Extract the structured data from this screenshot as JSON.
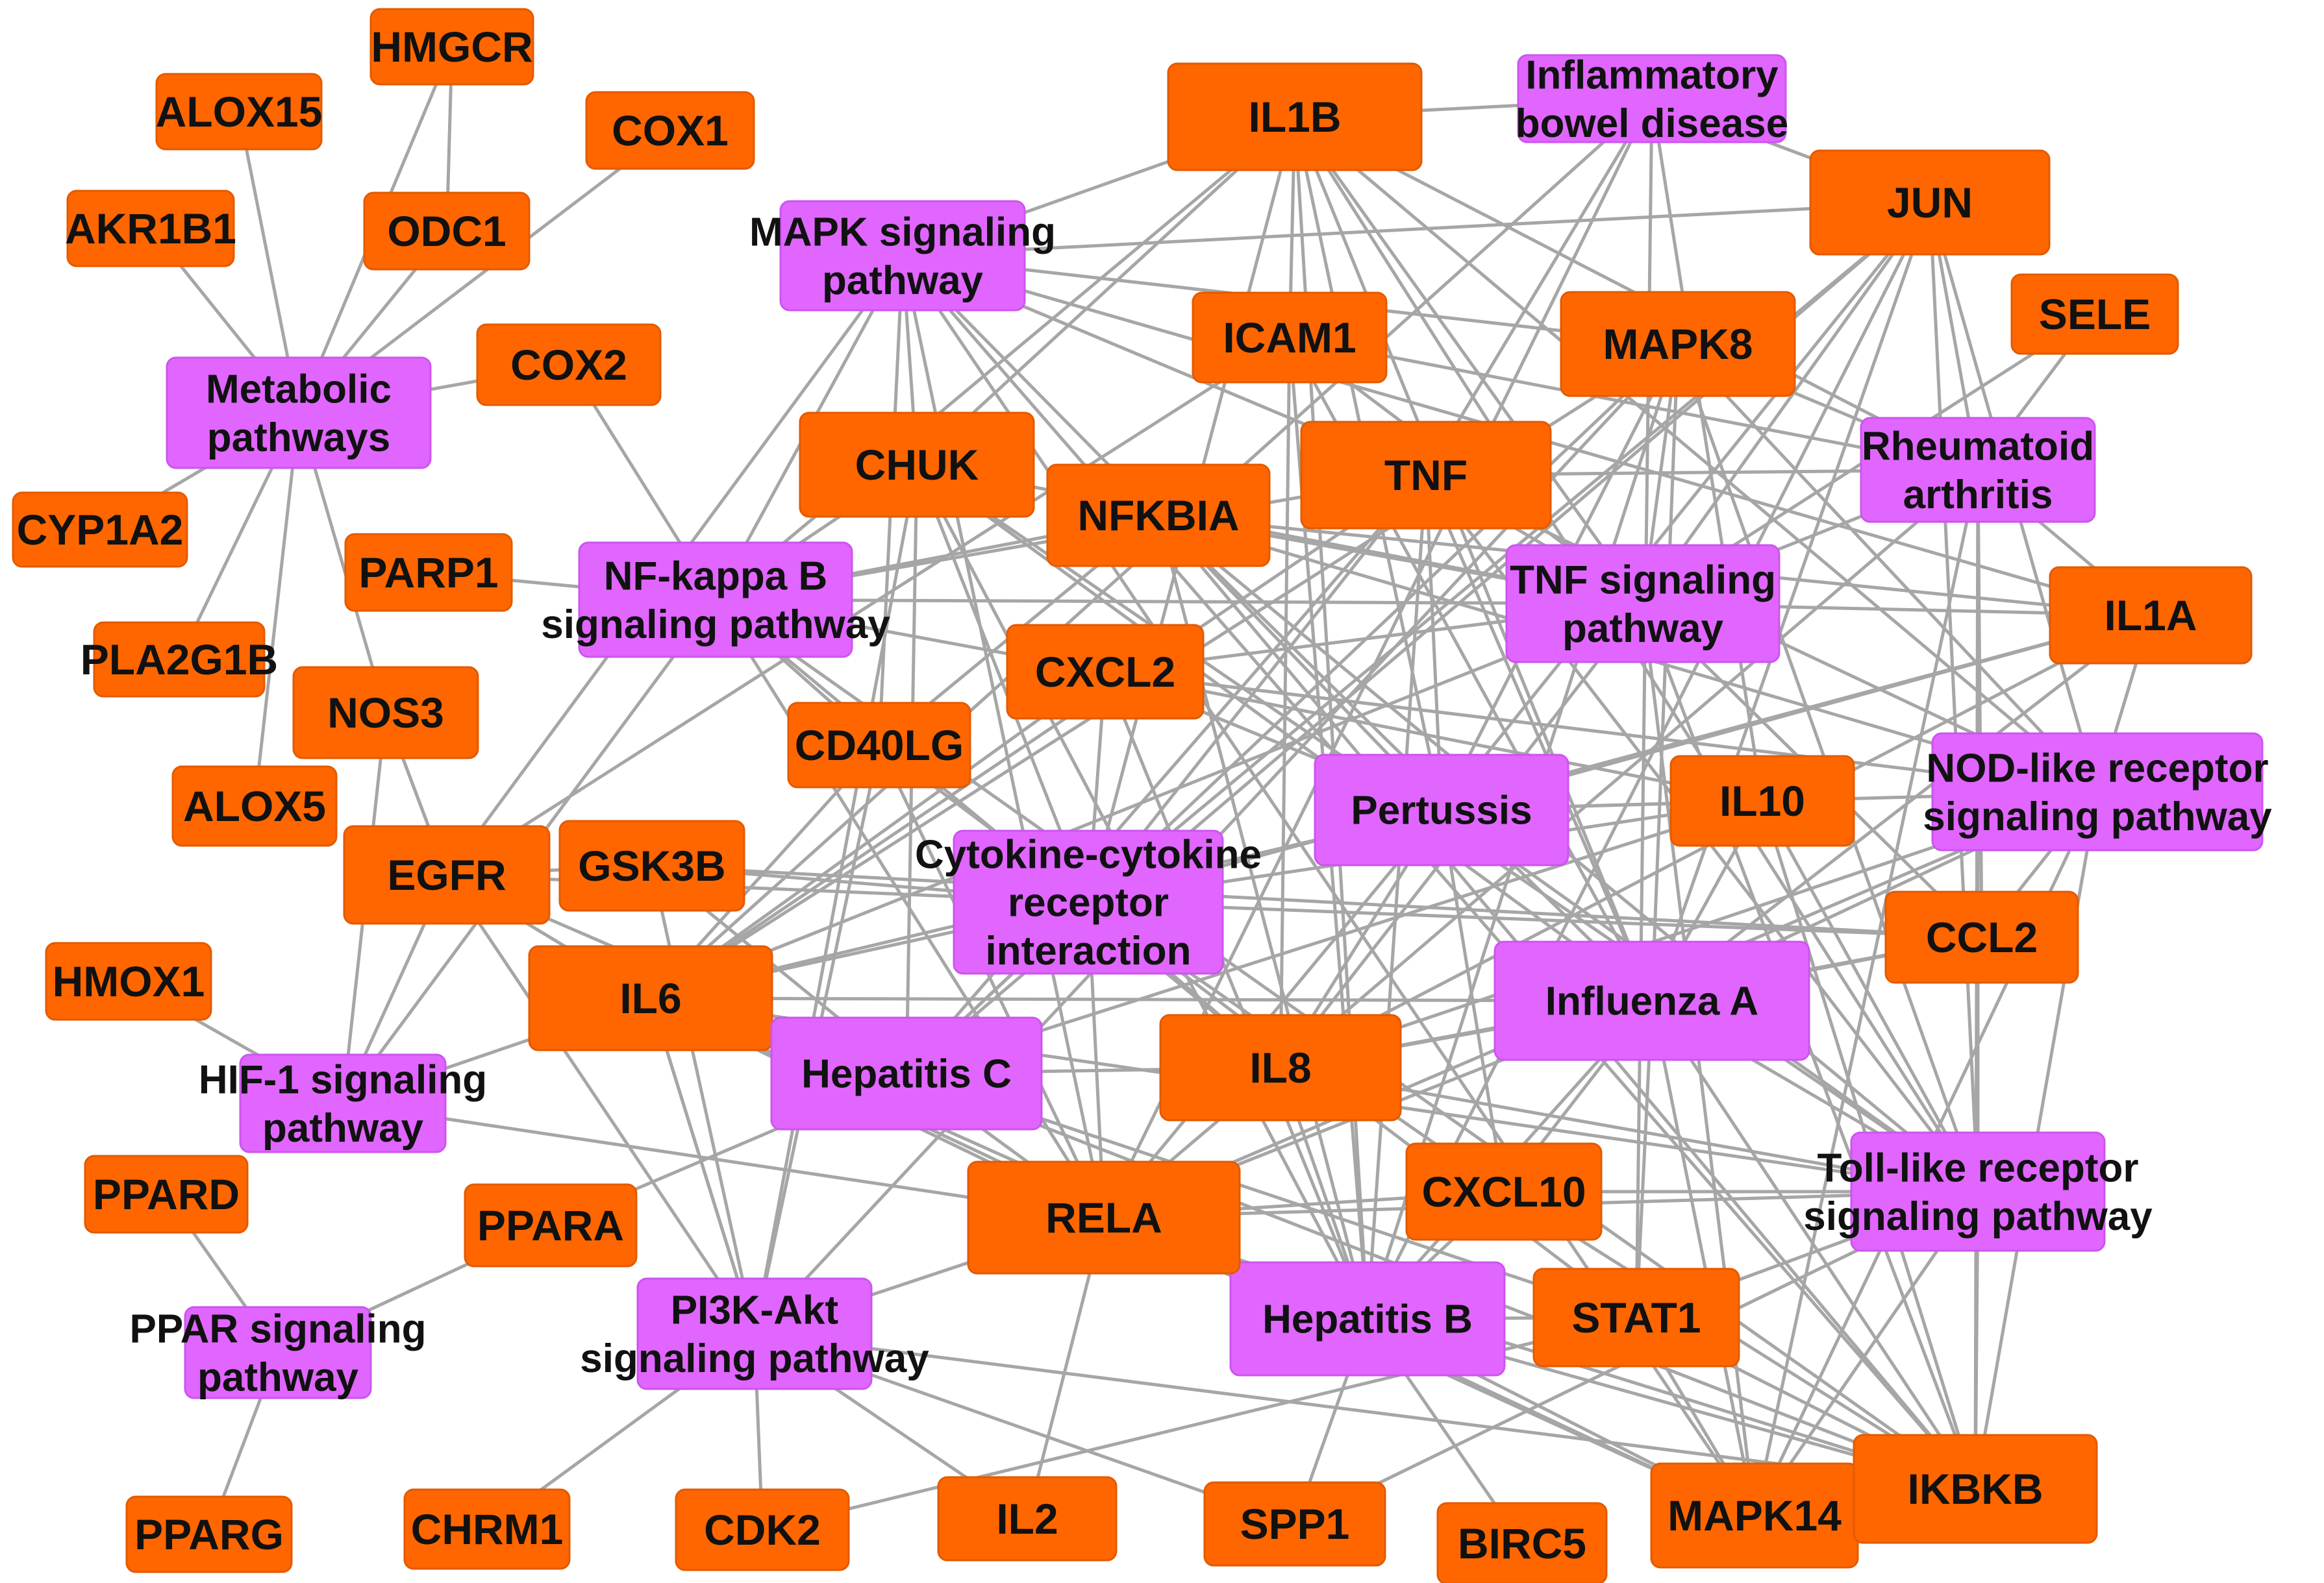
{
  "colors": {
    "gene_fill": "#ff6600",
    "gene_stroke": "#e35a00",
    "pathway_fill": "#e066ff",
    "pathway_stroke": "#cc55ee",
    "edge": "#a6a6a6",
    "label": "#111111",
    "background": "#ffffff"
  },
  "nodes": [
    {
      "id": "hmgcr",
      "label": "HMGCR",
      "type": "gene"
    },
    {
      "id": "alox15",
      "label": "ALOX15",
      "type": "gene"
    },
    {
      "id": "cox1",
      "label": "COX1",
      "type": "gene"
    },
    {
      "id": "akr1b1",
      "label": "AKR1B1",
      "type": "gene"
    },
    {
      "id": "odc1",
      "label": "ODC1",
      "type": "gene"
    },
    {
      "id": "metabolic",
      "label": "Metabolic\npathways",
      "type": "pathway"
    },
    {
      "id": "cox2",
      "label": "COX2",
      "type": "gene"
    },
    {
      "id": "cyp1a2",
      "label": "CYP1A2",
      "type": "gene"
    },
    {
      "id": "parp1",
      "label": "PARP1",
      "type": "gene"
    },
    {
      "id": "pla2g1b",
      "label": "PLA2G1B",
      "type": "gene"
    },
    {
      "id": "nos3",
      "label": "NOS3",
      "type": "gene"
    },
    {
      "id": "alox5",
      "label": "ALOX5",
      "type": "gene"
    },
    {
      "id": "egfr",
      "label": "EGFR",
      "type": "gene"
    },
    {
      "id": "gsk3b",
      "label": "GSK3B",
      "type": "gene"
    },
    {
      "id": "hmox1",
      "label": "HMOX1",
      "type": "gene"
    },
    {
      "id": "il6",
      "label": "IL6",
      "type": "gene"
    },
    {
      "id": "hif1",
      "label": "HIF-1 signaling\npathway",
      "type": "pathway"
    },
    {
      "id": "ppard",
      "label": "PPARD",
      "type": "gene"
    },
    {
      "id": "ppara",
      "label": "PPARA",
      "type": "gene"
    },
    {
      "id": "ppar",
      "label": "PPAR signaling\npathway",
      "type": "pathway"
    },
    {
      "id": "pparg",
      "label": "PPARG",
      "type": "gene"
    },
    {
      "id": "chrm1",
      "label": "CHRM1",
      "type": "gene"
    },
    {
      "id": "cdk2",
      "label": "CDK2",
      "type": "gene"
    },
    {
      "id": "il2",
      "label": "IL2",
      "type": "gene"
    },
    {
      "id": "spp1",
      "label": "SPP1",
      "type": "gene"
    },
    {
      "id": "birc5",
      "label": "BIRC5",
      "type": "gene"
    },
    {
      "id": "mapk14",
      "label": "MAPK14",
      "type": "gene"
    },
    {
      "id": "ikbkb",
      "label": "IKBKB",
      "type": "gene"
    },
    {
      "id": "pi3k",
      "label": "PI3K-Akt\nsignaling pathway",
      "type": "pathway"
    },
    {
      "id": "hepb",
      "label": "Hepatitis B",
      "type": "pathway"
    },
    {
      "id": "stat1",
      "label": "STAT1",
      "type": "gene"
    },
    {
      "id": "rela",
      "label": "RELA",
      "type": "gene"
    },
    {
      "id": "cxcl10",
      "label": "CXCL10",
      "type": "gene"
    },
    {
      "id": "hepc",
      "label": "Hepatitis C",
      "type": "pathway"
    },
    {
      "id": "il8",
      "label": "IL8",
      "type": "gene"
    },
    {
      "id": "toll",
      "label": "Toll-like receptor\nsignaling pathway",
      "type": "pathway"
    },
    {
      "id": "flu",
      "label": "Influenza A",
      "type": "pathway"
    },
    {
      "id": "ccl2",
      "label": "CCL2",
      "type": "gene"
    },
    {
      "id": "cytokine",
      "label": "Cytokine-cytokine\nreceptor\ninteraction",
      "type": "pathway"
    },
    {
      "id": "pertussis",
      "label": "Pertussis",
      "type": "pathway"
    },
    {
      "id": "il10",
      "label": "IL10",
      "type": "gene"
    },
    {
      "id": "nod",
      "label": "NOD-like receptor\nsignaling pathway",
      "type": "pathway"
    },
    {
      "id": "cd40lg",
      "label": "CD40LG",
      "type": "gene"
    },
    {
      "id": "cxcl2",
      "label": "CXCL2",
      "type": "gene"
    },
    {
      "id": "il1a",
      "label": "IL1A",
      "type": "gene"
    },
    {
      "id": "nfkb",
      "label": "NF-kappa B\nsignaling pathway",
      "type": "pathway"
    },
    {
      "id": "tnfsig",
      "label": "TNF signaling\npathway",
      "type": "pathway"
    },
    {
      "id": "chuk",
      "label": "CHUK",
      "type": "gene"
    },
    {
      "id": "nfkbia",
      "label": "NFKBIA",
      "type": "gene"
    },
    {
      "id": "tnf",
      "label": "TNF",
      "type": "gene"
    },
    {
      "id": "ra",
      "label": "Rheumatoid\narthritis",
      "type": "pathway"
    },
    {
      "id": "mapk",
      "label": "MAPK signaling\npathway",
      "type": "pathway"
    },
    {
      "id": "icam1",
      "label": "ICAM1",
      "type": "gene"
    },
    {
      "id": "mapk8",
      "label": "MAPK8",
      "type": "gene"
    },
    {
      "id": "sele",
      "label": "SELE",
      "type": "gene"
    },
    {
      "id": "il1b",
      "label": "IL1B",
      "type": "gene"
    },
    {
      "id": "ibd",
      "label": "Inflammatory\nbowel disease",
      "type": "pathway"
    },
    {
      "id": "jun",
      "label": "JUN",
      "type": "gene"
    }
  ],
  "edges": [
    [
      "metabolic",
      "hmgcr"
    ],
    [
      "metabolic",
      "alox15"
    ],
    [
      "metabolic",
      "cox1"
    ],
    [
      "metabolic",
      "akr1b1"
    ],
    [
      "metabolic",
      "odc1"
    ],
    [
      "metabolic",
      "cox2"
    ],
    [
      "metabolic",
      "cyp1a2"
    ],
    [
      "metabolic",
      "pla2g1b"
    ],
    [
      "metabolic",
      "nos3"
    ],
    [
      "metabolic",
      "alox5"
    ],
    [
      "hmgcr",
      "odc1"
    ],
    [
      "ppar",
      "ppard"
    ],
    [
      "ppar",
      "ppara"
    ],
    [
      "ppar",
      "pparg"
    ],
    [
      "hif1",
      "hmox1"
    ],
    [
      "hif1",
      "egfr"
    ],
    [
      "hif1",
      "nos3"
    ],
    [
      "hif1",
      "il6"
    ],
    [
      "hif1",
      "rela"
    ],
    [
      "hif1",
      "nfkb"
    ],
    [
      "nfkb",
      "parp1"
    ],
    [
      "nfkb",
      "cox2"
    ],
    [
      "nfkb",
      "il1b"
    ],
    [
      "nfkb",
      "tnf"
    ],
    [
      "nfkb",
      "chuk"
    ],
    [
      "nfkb",
      "nfkbia"
    ],
    [
      "nfkb",
      "il8"
    ],
    [
      "nfkb",
      "cxcl2"
    ],
    [
      "nfkb",
      "cd40lg"
    ],
    [
      "nfkb",
      "rela"
    ],
    [
      "nfkb",
      "ikbkb"
    ],
    [
      "nfkb",
      "mapk"
    ],
    [
      "nfkb",
      "tnfsig"
    ],
    [
      "mapk",
      "jun"
    ],
    [
      "mapk",
      "chuk"
    ],
    [
      "mapk",
      "nfkbia"
    ],
    [
      "mapk",
      "tnf"
    ],
    [
      "mapk",
      "il1b"
    ],
    [
      "mapk",
      "il1a"
    ],
    [
      "mapk",
      "mapk8"
    ],
    [
      "mapk",
      "mapk14"
    ],
    [
      "mapk",
      "rela"
    ],
    [
      "mapk",
      "ikbkb"
    ],
    [
      "mapk",
      "egfr"
    ],
    [
      "mapk",
      "cd40lg"
    ],
    [
      "il1b",
      "ibd"
    ],
    [
      "il1b",
      "icam1"
    ],
    [
      "il1b",
      "tnfsig"
    ],
    [
      "il1b",
      "pertussis"
    ],
    [
      "il1b",
      "flu"
    ],
    [
      "il1b",
      "cytokine"
    ],
    [
      "il1b",
      "ra"
    ],
    [
      "il1b",
      "nod"
    ],
    [
      "il1b",
      "toll"
    ],
    [
      "il1b",
      "chuk"
    ],
    [
      "il1b",
      "hepb"
    ],
    [
      "ibd",
      "jun"
    ],
    [
      "ibd",
      "il10"
    ],
    [
      "ibd",
      "tnf"
    ],
    [
      "ibd",
      "stat1"
    ],
    [
      "ibd",
      "rela"
    ],
    [
      "ibd",
      "il6"
    ],
    [
      "jun",
      "tnfsig"
    ],
    [
      "jun",
      "toll"
    ],
    [
      "jun",
      "hepb"
    ],
    [
      "jun",
      "hepc"
    ],
    [
      "jun",
      "pertussis"
    ],
    [
      "jun",
      "cytokine"
    ],
    [
      "jun",
      "flu"
    ],
    [
      "jun",
      "ra"
    ],
    [
      "jun",
      "nod"
    ],
    [
      "sele",
      "ra"
    ],
    [
      "sele",
      "tnfsig"
    ],
    [
      "icam1",
      "tnfsig"
    ],
    [
      "icam1",
      "ra"
    ],
    [
      "icam1",
      "flu"
    ],
    [
      "icam1",
      "hepb"
    ],
    [
      "icam1",
      "il8"
    ],
    [
      "icam1",
      "egfr"
    ],
    [
      "mapk8",
      "tnfsig"
    ],
    [
      "mapk8",
      "toll"
    ],
    [
      "mapk8",
      "flu"
    ],
    [
      "mapk8",
      "pertussis"
    ],
    [
      "mapk8",
      "hepb"
    ],
    [
      "mapk8",
      "hepc"
    ],
    [
      "mapk8",
      "nod"
    ],
    [
      "mapk8",
      "ra"
    ],
    [
      "mapk8",
      "pi3k"
    ],
    [
      "mapk8",
      "il6"
    ],
    [
      "tnf",
      "tnfsig"
    ],
    [
      "tnf",
      "cytokine"
    ],
    [
      "tnf",
      "pertussis"
    ],
    [
      "tnf",
      "flu"
    ],
    [
      "tnf",
      "hepb"
    ],
    [
      "tnf",
      "hepc"
    ],
    [
      "tnf",
      "ra"
    ],
    [
      "tnf",
      "toll"
    ],
    [
      "tnf",
      "nod"
    ],
    [
      "tnf",
      "il6"
    ],
    [
      "nfkbia",
      "tnfsig"
    ],
    [
      "nfkbia",
      "toll"
    ],
    [
      "nfkbia",
      "flu"
    ],
    [
      "nfkbia",
      "hepb"
    ],
    [
      "nfkbia",
      "pertussis"
    ],
    [
      "nfkbia",
      "nod"
    ],
    [
      "nfkbia",
      "cd40lg"
    ],
    [
      "nfkbia",
      "il1a"
    ],
    [
      "nfkbia",
      "ikbkb"
    ],
    [
      "chuk",
      "tnfsig"
    ],
    [
      "chuk",
      "toll"
    ],
    [
      "chuk",
      "flu"
    ],
    [
      "chuk",
      "hepc"
    ],
    [
      "chuk",
      "pi3k"
    ],
    [
      "chuk",
      "hepb"
    ],
    [
      "chuk",
      "cytokine"
    ],
    [
      "cxcl2",
      "tnfsig"
    ],
    [
      "cxcl2",
      "nod"
    ],
    [
      "cxcl2",
      "il6"
    ],
    [
      "cxcl2",
      "pertussis"
    ],
    [
      "cxcl2",
      "cytokine"
    ],
    [
      "cxcl2",
      "hepb"
    ],
    [
      "cxcl2",
      "il10"
    ],
    [
      "cd40lg",
      "cytokine"
    ],
    [
      "cd40lg",
      "pi3k"
    ],
    [
      "cd40lg",
      "il6"
    ],
    [
      "cd40lg",
      "rela"
    ],
    [
      "il1a",
      "tnfsig"
    ],
    [
      "il1a",
      "nod"
    ],
    [
      "il1a",
      "flu"
    ],
    [
      "il1a",
      "cytokine"
    ],
    [
      "il1a",
      "pertussis"
    ],
    [
      "il1a",
      "ra"
    ],
    [
      "il1a",
      "il8"
    ],
    [
      "il10",
      "cytokine"
    ],
    [
      "il10",
      "toll"
    ],
    [
      "il10",
      "flu"
    ],
    [
      "il10",
      "hepc"
    ],
    [
      "il10",
      "pertussis"
    ],
    [
      "il10",
      "ikbkb"
    ],
    [
      "ccl2",
      "tnfsig"
    ],
    [
      "ccl2",
      "cytokine"
    ],
    [
      "ccl2",
      "nod"
    ],
    [
      "ccl2",
      "ra"
    ],
    [
      "ccl2",
      "flu"
    ],
    [
      "ccl2",
      "il8"
    ],
    [
      "pertussis",
      "il6"
    ],
    [
      "pertussis",
      "il8"
    ],
    [
      "pertussis",
      "rela"
    ],
    [
      "pertussis",
      "cxcl10"
    ],
    [
      "pertussis",
      "nod"
    ],
    [
      "pertussis",
      "toll"
    ],
    [
      "cytokine",
      "il6"
    ],
    [
      "cytokine",
      "il8"
    ],
    [
      "cytokine",
      "egfr"
    ],
    [
      "cytokine",
      "gsk3b"
    ],
    [
      "cytokine",
      "cxcl10"
    ],
    [
      "cytokine",
      "hepc"
    ],
    [
      "cytokine",
      "rela"
    ],
    [
      "cytokine",
      "stat1"
    ],
    [
      "gsk3b",
      "pi3k"
    ],
    [
      "gsk3b",
      "hepc"
    ],
    [
      "gsk3b",
      "ccl2"
    ],
    [
      "gsk3b",
      "egfr"
    ],
    [
      "egfr",
      "pi3k"
    ],
    [
      "egfr",
      "il6"
    ],
    [
      "egfr",
      "hepc"
    ],
    [
      "egfr",
      "nos3"
    ],
    [
      "il6",
      "pi3k"
    ],
    [
      "il6",
      "hepc"
    ],
    [
      "il6",
      "flu"
    ],
    [
      "il6",
      "toll"
    ],
    [
      "il6",
      "hepb"
    ],
    [
      "il6",
      "rela"
    ],
    [
      "il6",
      "ra"
    ],
    [
      "il6",
      "mapk14"
    ],
    [
      "hepc",
      "il8"
    ],
    [
      "hepc",
      "rela"
    ],
    [
      "hepc",
      "stat1"
    ],
    [
      "hepc",
      "ikbkb"
    ],
    [
      "hepc",
      "ppara"
    ],
    [
      "il8",
      "flu"
    ],
    [
      "il8",
      "toll"
    ],
    [
      "il8",
      "hepb"
    ],
    [
      "il8",
      "rela"
    ],
    [
      "il8",
      "nod"
    ],
    [
      "il8",
      "ra"
    ],
    [
      "il8",
      "tnfsig"
    ],
    [
      "flu",
      "cxcl10"
    ],
    [
      "flu",
      "stat1"
    ],
    [
      "flu",
      "rela"
    ],
    [
      "flu",
      "hepb"
    ],
    [
      "flu",
      "mapk14"
    ],
    [
      "flu",
      "ikbkb"
    ],
    [
      "flu",
      "toll"
    ],
    [
      "flu",
      "nod"
    ],
    [
      "toll",
      "cxcl10"
    ],
    [
      "toll",
      "stat1"
    ],
    [
      "toll",
      "rela"
    ],
    [
      "toll",
      "mapk14"
    ],
    [
      "toll",
      "ikbkb"
    ],
    [
      "toll",
      "spp1"
    ],
    [
      "toll",
      "ra"
    ],
    [
      "cxcl10",
      "hepb"
    ],
    [
      "cxcl10",
      "rela"
    ],
    [
      "cxcl10",
      "ikbkb"
    ],
    [
      "stat1",
      "hepb"
    ],
    [
      "stat1",
      "mapk14"
    ],
    [
      "stat1",
      "ikbkb"
    ],
    [
      "stat1",
      "cdk2"
    ],
    [
      "rela",
      "pi3k"
    ],
    [
      "rela",
      "hepb"
    ],
    [
      "rela",
      "il2"
    ],
    [
      "rela",
      "mapk14"
    ],
    [
      "rela",
      "ikbkb"
    ],
    [
      "hepb",
      "spp1"
    ],
    [
      "hepb",
      "birc5"
    ],
    [
      "hepb",
      "mapk14"
    ],
    [
      "hepb",
      "ikbkb"
    ],
    [
      "pi3k",
      "chrm1"
    ],
    [
      "pi3k",
      "cdk2"
    ],
    [
      "pi3k",
      "il2"
    ],
    [
      "pi3k",
      "spp1"
    ],
    [
      "pi3k",
      "ikbkb"
    ],
    [
      "pi3k",
      "il6"
    ],
    [
      "nod",
      "mapk14"
    ],
    [
      "nod",
      "ikbkb"
    ],
    [
      "nod",
      "rela"
    ],
    [
      "ra",
      "ikbkb"
    ],
    [
      "ra",
      "mapk14"
    ],
    [
      "tnfsig",
      "mapk14"
    ],
    [
      "tnfsig",
      "ikbkb"
    ],
    [
      "ikbkb",
      "mapk14"
    ],
    [
      "nos3",
      "egfr"
    ]
  ]
}
